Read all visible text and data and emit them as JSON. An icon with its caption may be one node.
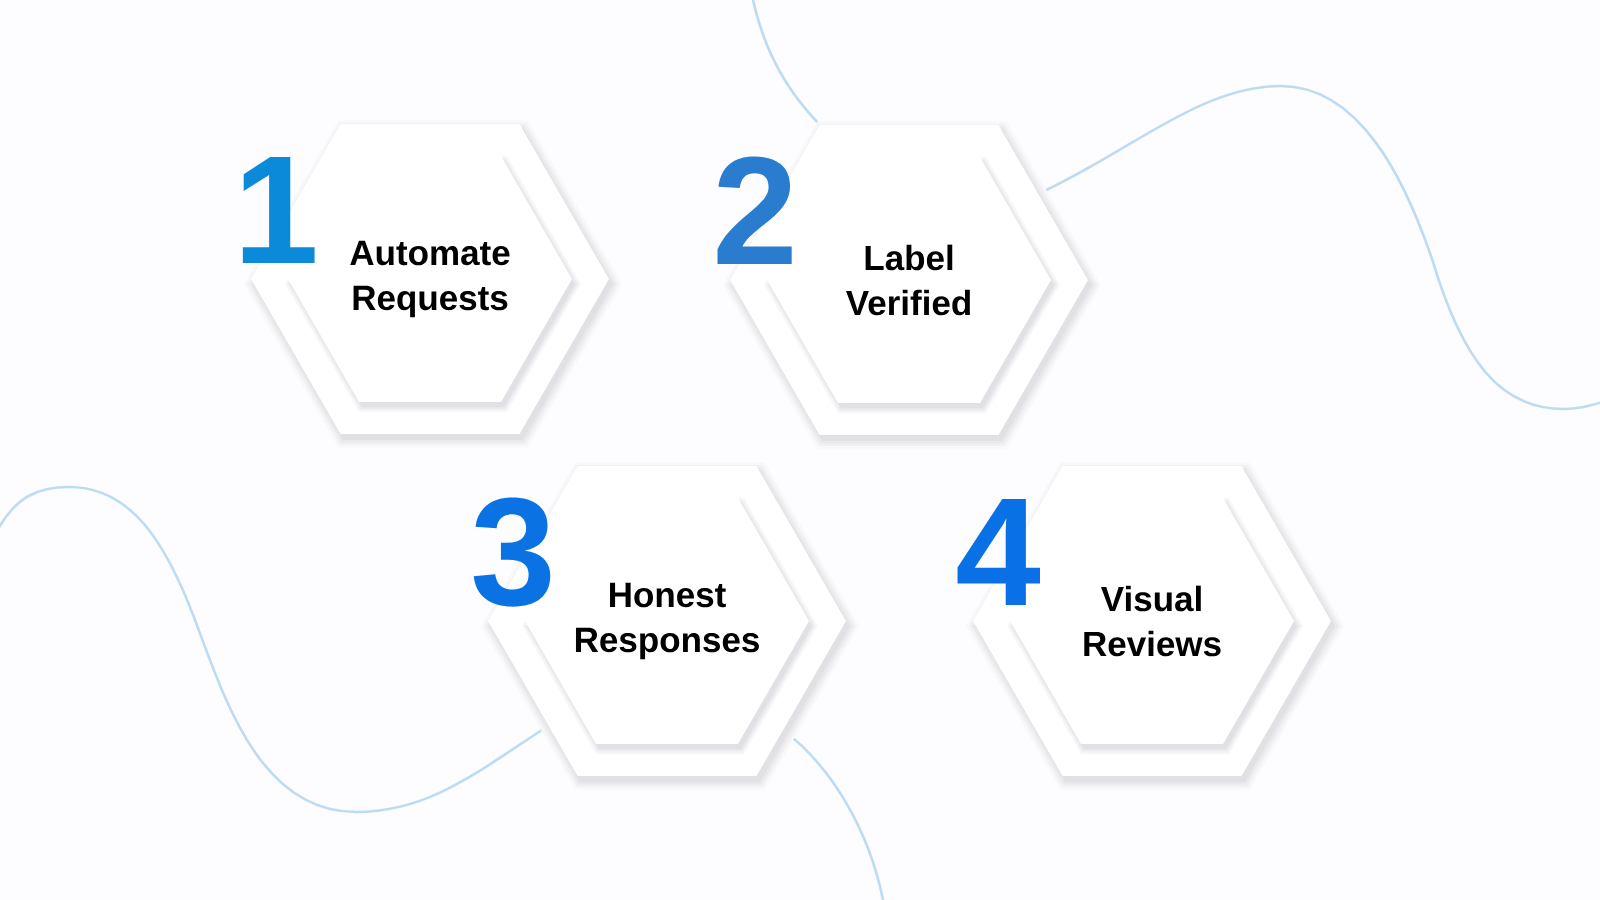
{
  "diagram": {
    "nodes": [
      {
        "text": [
          "1",
          "Automate Requests"
        ]
      },
      {
        "text": [
          "2",
          "Label Verified"
        ]
      },
      {
        "text": [
          "3",
          "Honest Responses"
        ]
      },
      {
        "text": [
          "4",
          "Visual Reviews"
        ]
      }
    ]
  }
}
